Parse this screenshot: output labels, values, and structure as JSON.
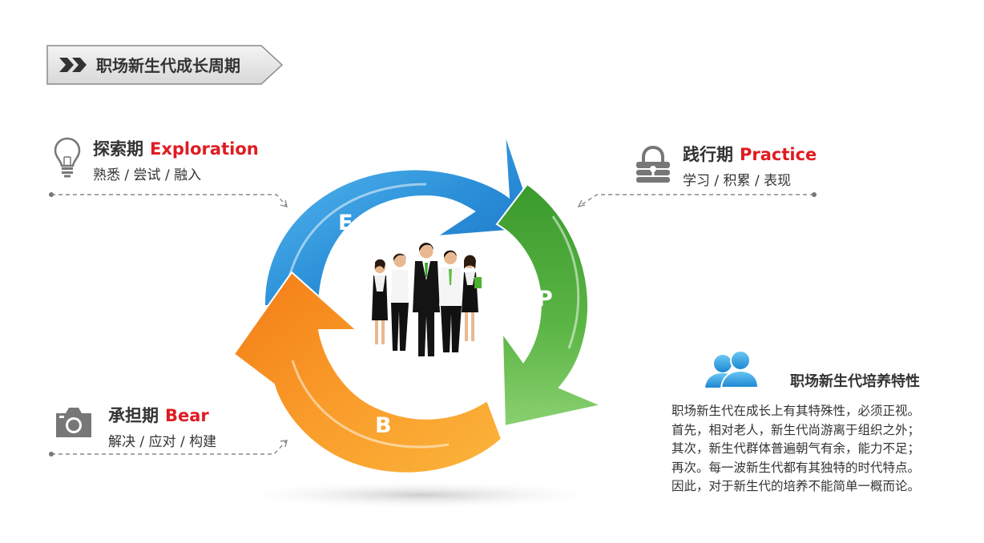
{
  "title": "职场新生代成长周期",
  "phases": {
    "exploration": {
      "cn": "探索期",
      "en": "Exploration",
      "sub": "熟悉 / 尝试 / 融入",
      "letter": "E",
      "icon": "lightbulb-icon"
    },
    "practice": {
      "cn": "践行期",
      "en": "Practice",
      "sub": "学习 / 积累 / 表现",
      "letter": "P",
      "icon": "lock-icon"
    },
    "bear": {
      "cn": "承担期",
      "en": "Bear",
      "sub": "解决 / 应对 / 构建",
      "letter": "B",
      "icon": "camera-icon"
    }
  },
  "traits": {
    "title": "职场新生代培养特性",
    "icon": "people-icon",
    "lines": [
      "职场新生代在成长上有其特殊性，必须正视。",
      "首先，相对老人，新生代尚游离于组织之外；",
      "其次，新生代群体普遍朝气有余，能力不足；",
      "再次。每一波新生代都有其独特的时代特点。",
      "因此，对于新生代的培养不能简单一概而论。"
    ]
  },
  "colors": {
    "accent_red": "#e01b22",
    "blue": "#2a8ed8",
    "green": "#4aa338",
    "orange": "#f58a1f",
    "gray": "#777777"
  }
}
